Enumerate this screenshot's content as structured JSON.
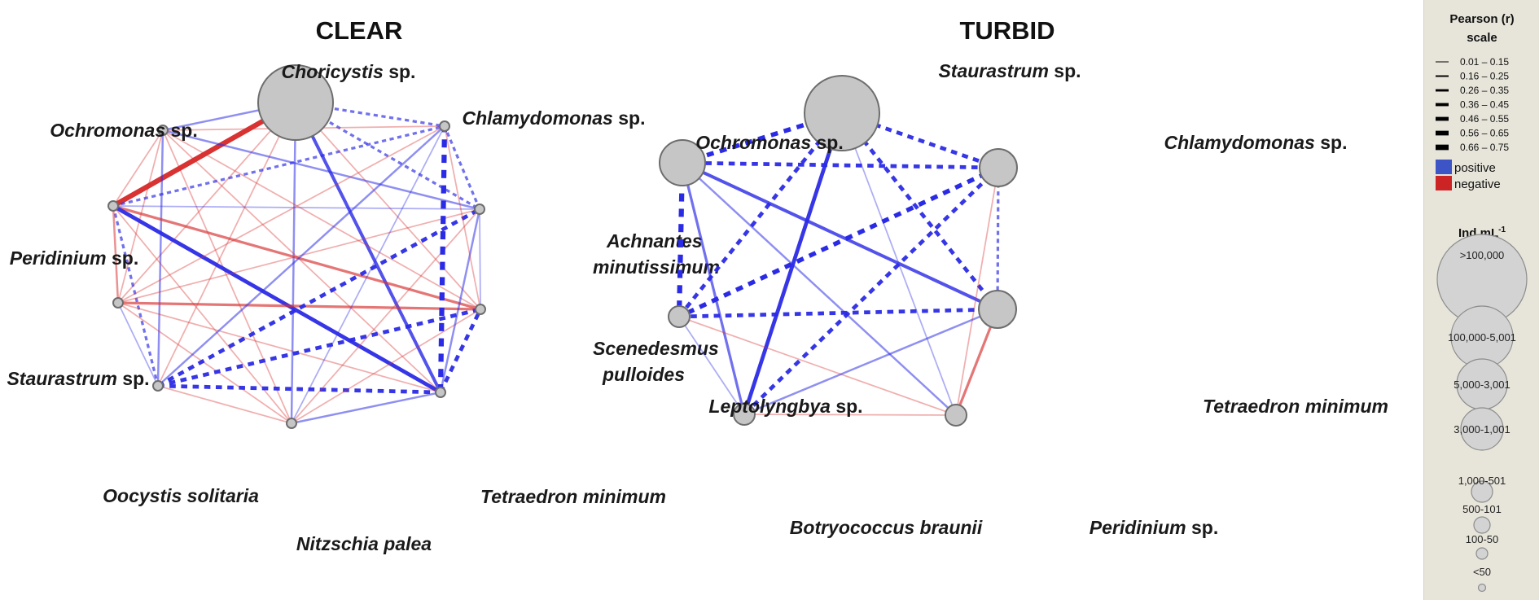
{
  "networks": [
    {
      "id": "clear",
      "title": "CLEAR",
      "nodes": [
        {
          "id": "chor",
          "species": "Choricystis",
          "suffix": " sp.",
          "size_class": ">100,000"
        },
        {
          "id": "chla",
          "species": "Chlamydomonas",
          "suffix": " sp.",
          "size_class": "<50"
        },
        {
          "id": "achn",
          "species": "Achnantes",
          "species_line2": "minutissimum",
          "suffix": "",
          "size_class": "<50"
        },
        {
          "id": "scen",
          "species": "Scenedesmus",
          "species_line2": "pulloides",
          "suffix": "",
          "size_class": "<50"
        },
        {
          "id": "tetr",
          "species": "Tetraedron minimum",
          "suffix": "",
          "size_class": "<50"
        },
        {
          "id": "nitz",
          "species": "Nitzschia palea",
          "suffix": "",
          "size_class": "<50"
        },
        {
          "id": "oocy",
          "species": "Oocystis solitaria",
          "suffix": "",
          "size_class": "<50"
        },
        {
          "id": "stau",
          "species": "Staurastrum",
          "suffix": " sp.",
          "size_class": "<50"
        },
        {
          "id": "peri",
          "species": "Peridinium",
          "suffix": " sp.",
          "size_class": "<50"
        },
        {
          "id": "ochr",
          "species": "Ochromonas",
          "suffix": " sp.",
          "size_class": "<50"
        }
      ],
      "edges": [
        {
          "from": "chor",
          "to": "peri",
          "sign": "negative",
          "r": 0.7,
          "dashed": false
        },
        {
          "from": "chor",
          "to": "ochr",
          "sign": "positive",
          "r": 0.2,
          "dashed": false
        },
        {
          "from": "chor",
          "to": "chla",
          "sign": "positive",
          "r": 0.3,
          "dashed": true
        },
        {
          "from": "chor",
          "to": "achn",
          "sign": "positive",
          "r": 0.3,
          "dashed": true
        },
        {
          "from": "chor",
          "to": "tetr",
          "sign": "positive",
          "r": 0.4,
          "dashed": false
        },
        {
          "from": "chor",
          "to": "nitz",
          "sign": "positive",
          "r": 0.2,
          "dashed": false
        },
        {
          "from": "chor",
          "to": "oocy",
          "sign": "negative",
          "r": 0.1,
          "dashed": false
        },
        {
          "from": "chor",
          "to": "stau",
          "sign": "negative",
          "r": 0.1,
          "dashed": false
        },
        {
          "from": "chor",
          "to": "scen",
          "sign": "negative",
          "r": 0.1,
          "dashed": false
        },
        {
          "from": "ochr",
          "to": "chla",
          "sign": "negative",
          "r": 0.1,
          "dashed": false
        },
        {
          "from": "ochr",
          "to": "achn",
          "sign": "positive",
          "r": 0.2,
          "dashed": false
        },
        {
          "from": "ochr",
          "to": "scen",
          "sign": "negative",
          "r": 0.1,
          "dashed": false
        },
        {
          "from": "ochr",
          "to": "tetr",
          "sign": "negative",
          "r": 0.1,
          "dashed": false
        },
        {
          "from": "ochr",
          "to": "nitz",
          "sign": "negative",
          "r": 0.1,
          "dashed": false
        },
        {
          "from": "ochr",
          "to": "oocy",
          "sign": "positive",
          "r": 0.2,
          "dashed": false
        },
        {
          "from": "ochr",
          "to": "stau",
          "sign": "negative",
          "r": 0.1,
          "dashed": false
        },
        {
          "from": "ochr",
          "to": "peri",
          "sign": "negative",
          "r": 0.1,
          "dashed": false
        },
        {
          "from": "peri",
          "to": "chla",
          "sign": "positive",
          "r": 0.3,
          "dashed": true
        },
        {
          "from": "peri",
          "to": "achn",
          "sign": "positive",
          "r": 0.1,
          "dashed": false
        },
        {
          "from": "peri",
          "to": "scen",
          "sign": "negative",
          "r": 0.3,
          "dashed": false
        },
        {
          "from": "peri",
          "to": "tetr",
          "sign": "positive",
          "r": 0.5,
          "dashed": false
        },
        {
          "from": "peri",
          "to": "nitz",
          "sign": "negative",
          "r": 0.1,
          "dashed": false
        },
        {
          "from": "peri",
          "to": "oocy",
          "sign": "positive",
          "r": 0.3,
          "dashed": true
        },
        {
          "from": "peri",
          "to": "stau",
          "sign": "negative",
          "r": 0.2,
          "dashed": false
        },
        {
          "from": "stau",
          "to": "chla",
          "sign": "negative",
          "r": 0.1,
          "dashed": false
        },
        {
          "from": "stau",
          "to": "achn",
          "sign": "negative",
          "r": 0.1,
          "dashed": false
        },
        {
          "from": "stau",
          "to": "scen",
          "sign": "negative",
          "r": 0.3,
          "dashed": false
        },
        {
          "from": "stau",
          "to": "tetr",
          "sign": "negative",
          "r": 0.1,
          "dashed": false
        },
        {
          "from": "stau",
          "to": "nitz",
          "sign": "negative",
          "r": 0.1,
          "dashed": false
        },
        {
          "from": "stau",
          "to": "oocy",
          "sign": "positive",
          "r": 0.1,
          "dashed": false
        },
        {
          "from": "oocy",
          "to": "chla",
          "sign": "positive",
          "r": 0.2,
          "dashed": false
        },
        {
          "from": "oocy",
          "to": "achn",
          "sign": "positive",
          "r": 0.5,
          "dashed": true
        },
        {
          "from": "oocy",
          "to": "scen",
          "sign": "positive",
          "r": 0.5,
          "dashed": true
        },
        {
          "from": "oocy",
          "to": "tetr",
          "sign": "positive",
          "r": 0.5,
          "dashed": true
        },
        {
          "from": "oocy",
          "to": "nitz",
          "sign": "negative",
          "r": 0.1,
          "dashed": false
        },
        {
          "from": "nitz",
          "to": "chla",
          "sign": "positive",
          "r": 0.1,
          "dashed": false
        },
        {
          "from": "nitz",
          "to": "achn",
          "sign": "negative",
          "r": 0.1,
          "dashed": false
        },
        {
          "from": "nitz",
          "to": "scen",
          "sign": "negative",
          "r": 0.1,
          "dashed": false
        },
        {
          "from": "nitz",
          "to": "tetr",
          "sign": "positive",
          "r": 0.2,
          "dashed": false
        },
        {
          "from": "tetr",
          "to": "chla",
          "sign": "positive",
          "r": 0.7,
          "dashed": true
        },
        {
          "from": "tetr",
          "to": "achn",
          "sign": "positive",
          "r": 0.2,
          "dashed": false
        },
        {
          "from": "tetr",
          "to": "scen",
          "sign": "positive",
          "r": 0.5,
          "dashed": true
        },
        {
          "from": "scen",
          "to": "chla",
          "sign": "negative",
          "r": 0.1,
          "dashed": false
        },
        {
          "from": "scen",
          "to": "achn",
          "sign": "positive",
          "r": 0.1,
          "dashed": false
        },
        {
          "from": "achn",
          "to": "chla",
          "sign": "positive",
          "r": 0.3,
          "dashed": true
        }
      ]
    },
    {
      "id": "turbid",
      "title": "TURBID",
      "nodes": [
        {
          "id": "stau",
          "species": "Staurastrum",
          "suffix": " sp.",
          "size_class": ">100,000"
        },
        {
          "id": "chla",
          "species": "Chlamydomonas",
          "suffix": " sp.",
          "size_class": "3,000-1,001"
        },
        {
          "id": "tetr",
          "species": "Tetraedron minimum",
          "suffix": "",
          "size_class": "3,000-1,001"
        },
        {
          "id": "peri",
          "species": "Peridinium",
          "suffix": " sp.",
          "size_class": "500-101"
        },
        {
          "id": "botr",
          "species": "Botryococcus braunii",
          "suffix": "",
          "size_class": "500-101"
        },
        {
          "id": "lept",
          "species": "Leptolyngbya",
          "suffix": " sp.",
          "size_class": "500-101"
        },
        {
          "id": "ochr",
          "species": "Ochromonas",
          "suffix": " sp.",
          "size_class": "5,000-3,001"
        }
      ],
      "edges": [
        {
          "from": "stau",
          "to": "ochr",
          "sign": "positive",
          "r": 0.6,
          "dashed": true
        },
        {
          "from": "stau",
          "to": "chla",
          "sign": "positive",
          "r": 0.5,
          "dashed": true
        },
        {
          "from": "stau",
          "to": "lept",
          "sign": "positive",
          "r": 0.5,
          "dashed": true
        },
        {
          "from": "stau",
          "to": "botr",
          "sign": "positive",
          "r": 0.5,
          "dashed": false
        },
        {
          "from": "stau",
          "to": "tetr",
          "sign": "positive",
          "r": 0.5,
          "dashed": true
        },
        {
          "from": "stau",
          "to": "peri",
          "sign": "positive",
          "r": 0.1,
          "dashed": false
        },
        {
          "from": "ochr",
          "to": "chla",
          "sign": "positive",
          "r": 0.5,
          "dashed": true
        },
        {
          "from": "ochr",
          "to": "lept",
          "sign": "positive",
          "r": 0.7,
          "dashed": true
        },
        {
          "from": "ochr",
          "to": "botr",
          "sign": "positive",
          "r": 0.3,
          "dashed": false
        },
        {
          "from": "ochr",
          "to": "tetr",
          "sign": "positive",
          "r": 0.4,
          "dashed": false
        },
        {
          "from": "ochr",
          "to": "peri",
          "sign": "positive",
          "r": 0.2,
          "dashed": false
        },
        {
          "from": "chla",
          "to": "lept",
          "sign": "positive",
          "r": 0.6,
          "dashed": true
        },
        {
          "from": "chla",
          "to": "botr",
          "sign": "positive",
          "r": 0.5,
          "dashed": true
        },
        {
          "from": "chla",
          "to": "tetr",
          "sign": "positive",
          "r": 0.3,
          "dashed": true
        },
        {
          "from": "chla",
          "to": "peri",
          "sign": "negative",
          "r": 0.1,
          "dashed": false
        },
        {
          "from": "lept",
          "to": "tetr",
          "sign": "positive",
          "r": 0.5,
          "dashed": true
        },
        {
          "from": "lept",
          "to": "botr",
          "sign": "positive",
          "r": 0.1,
          "dashed": false
        },
        {
          "from": "lept",
          "to": "peri",
          "sign": "negative",
          "r": 0.1,
          "dashed": false
        },
        {
          "from": "tetr",
          "to": "botr",
          "sign": "positive",
          "r": 0.2,
          "dashed": false
        },
        {
          "from": "tetr",
          "to": "peri",
          "sign": "negative",
          "r": 0.3,
          "dashed": false
        },
        {
          "from": "botr",
          "to": "peri",
          "sign": "negative",
          "r": 0.1,
          "dashed": false
        }
      ]
    }
  ],
  "legend": {
    "pearson_title_line1": "Pearson (r)",
    "pearson_title_line2": "scale",
    "r_ranges": [
      {
        "label": "0.01 – 0.15"
      },
      {
        "label": "0.16 – 0.25"
      },
      {
        "label": "0.26 – 0.35"
      },
      {
        "label": "0.36 – 0.45"
      },
      {
        "label": "0.46 – 0.55"
      },
      {
        "label": "0.56 – 0.65"
      },
      {
        "label": "0.66 – 0.75"
      }
    ],
    "positive_label": "positive",
    "negative_label": "negative",
    "positive_color": "#3c54c6",
    "negative_color": "#cc2424",
    "density_title": "Ind mL",
    "density_title_sup": "-1",
    "size_classes": [
      {
        "label": ">100,000"
      },
      {
        "label": "100,000-5,001"
      },
      {
        "label": "5,000-3,001"
      },
      {
        "label": "3,000-1,001"
      },
      {
        "label": "1,000-501"
      },
      {
        "label": "500-101"
      },
      {
        "label": "100-50"
      },
      {
        "label": "<50"
      }
    ]
  },
  "colors": {
    "edge_positive": "#2b2be6",
    "edge_negative": "#d83232",
    "node_fill": "#c6c6c6",
    "node_stroke": "#6d6d6d",
    "legend_bg": "#e7e5da"
  }
}
